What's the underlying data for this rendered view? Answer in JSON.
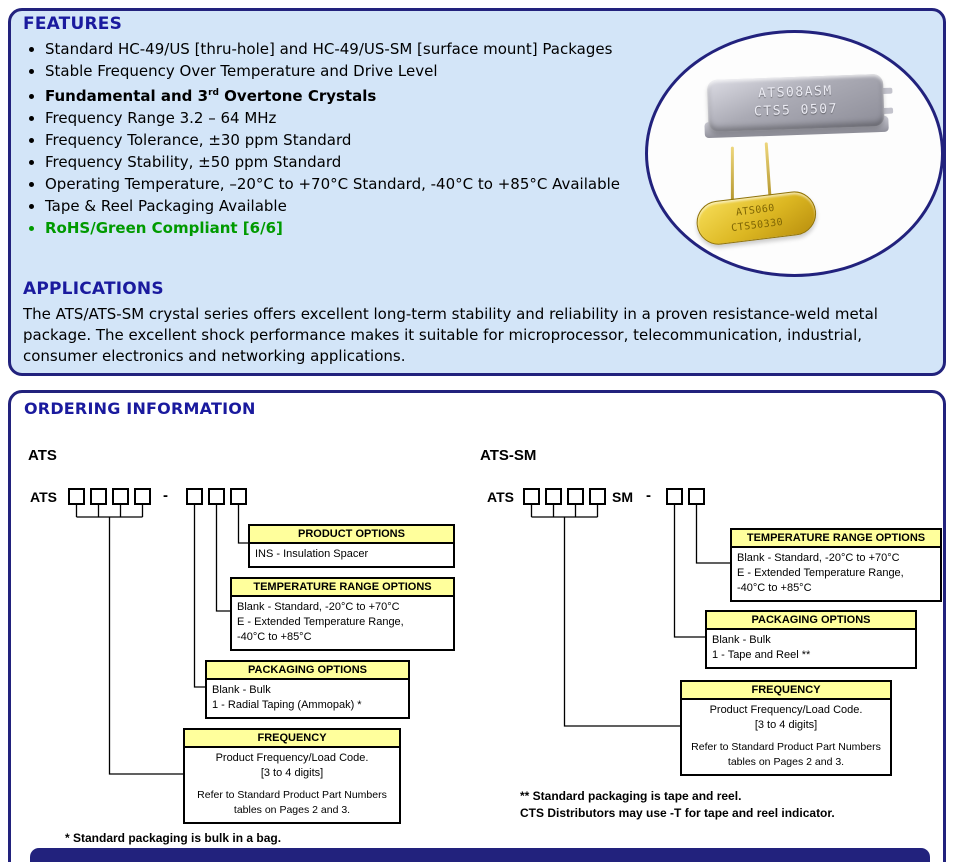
{
  "colors": {
    "border-navy": "#22227d",
    "heading-blue": "#1a1a9e",
    "light-blue": "#d3e5f8",
    "callout-yellow": "#ffff9c",
    "rohs-green": "#009a00"
  },
  "features": {
    "title": "FEATURES",
    "items": [
      {
        "text": "Standard HC-49/US [thru-hole] and HC-49/US-SM [surface mount] Packages"
      },
      {
        "text": "Stable Frequency Over Temperature and Drive Level"
      },
      {
        "pre": "Fundamental and 3",
        "sup": "rd",
        "post": " Overtone Crystals"
      },
      {
        "text": "Frequency Range 3.2 – 64 MHz"
      },
      {
        "text": "Frequency Tolerance, ±30 ppm Standard"
      },
      {
        "text": "Frequency Stability, ±50 ppm Standard"
      },
      {
        "text": "Operating Temperature, –20°C to +70°C Standard, -40°C to +85°C Available"
      },
      {
        "text": "Tape & Reel Packaging Available"
      },
      {
        "text": "RoHS/Green Compliant [6/6]"
      }
    ]
  },
  "photo": {
    "smd_marking_line1": "ATS08ASM",
    "smd_marking_line2": "CTS5 0507",
    "thru_hole_marking_line1": "ATS060",
    "thru_hole_marking_line2": "CTS50330"
  },
  "applications": {
    "title": "APPLICATIONS",
    "body": "The ATS/ATS-SM crystal series offers excellent long-term stability and reliability in a proven resistance-weld metal package.  The excellent shock performance makes it suitable for microprocessor, telecommunication, industrial, consumer electronics and networking applications."
  },
  "ordering": {
    "title": "ORDERING INFORMATION",
    "ats": {
      "heading": "ATS",
      "part_prefix": "ATS",
      "separator": "-",
      "callouts": {
        "product": {
          "header": "PRODUCT OPTIONS",
          "lines": [
            "INS - Insulation Spacer"
          ]
        },
        "temperature": {
          "header": "TEMPERATURE RANGE OPTIONS",
          "lines": [
            "Blank - Standard, -20°C to +70°C",
            "E - Extended Temperature Range,",
            "-40°C to +85°C"
          ]
        },
        "packaging": {
          "header": "PACKAGING OPTIONS",
          "lines": [
            "Blank - Bulk",
            "1 - Radial Taping (Ammopak) *"
          ]
        },
        "frequency": {
          "header": "FREQUENCY",
          "lines": [
            "Product Frequency/Load Code.",
            "[3 to 4 digits]",
            "Refer to Standard Product Part Numbers",
            "tables on Pages 2 and 3."
          ]
        }
      },
      "footnote": "* Standard packaging is bulk in a bag."
    },
    "ats_sm": {
      "heading": "ATS-SM",
      "part_prefix": "ATS",
      "part_suffix": "SM",
      "separator": "-",
      "callouts": {
        "temperature": {
          "header": "TEMPERATURE RANGE OPTIONS",
          "lines": [
            "Blank - Standard, -20°C to +70°C",
            "E - Extended Temperature Range,",
            "-40°C to +85°C"
          ]
        },
        "packaging": {
          "header": "PACKAGING OPTIONS",
          "lines": [
            "Blank - Bulk",
            "1 - Tape and Reel **"
          ]
        },
        "frequency": {
          "header": "FREQUENCY",
          "lines": [
            "Product Frequency/Load Code.",
            "[3 to 4 digits]",
            "Refer to Standard Product Part Numbers",
            "tables on Pages 2 and 3."
          ]
        }
      },
      "footnotes": [
        "** Standard packaging is tape and reel.",
        "CTS Distributors may use -T for tape and reel indicator."
      ]
    }
  }
}
